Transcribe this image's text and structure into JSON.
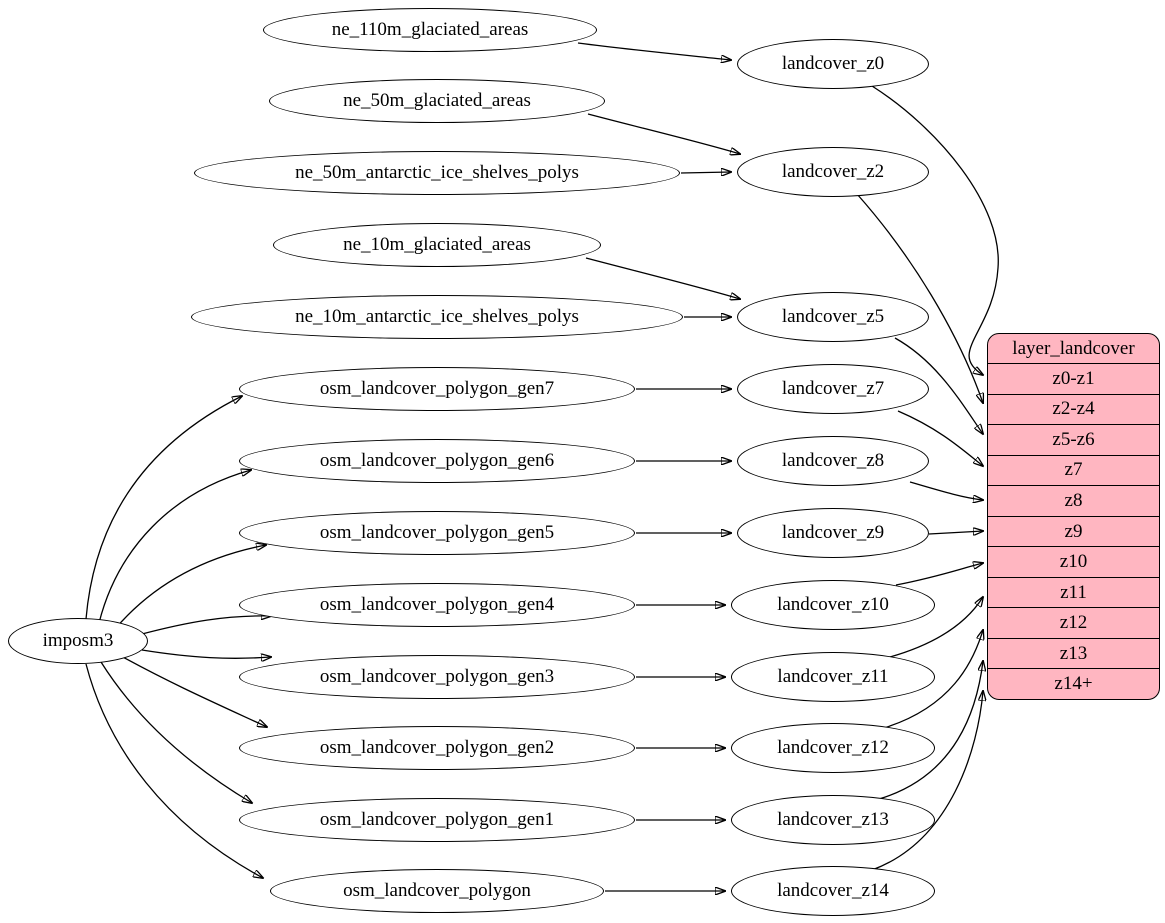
{
  "nodes": {
    "imposm3": "imposm3",
    "ne_110m_glaciated_areas": "ne_110m_glaciated_areas",
    "ne_50m_glaciated_areas": "ne_50m_glaciated_areas",
    "ne_50m_antarctic_ice_shelves_polys": "ne_50m_antarctic_ice_shelves_polys",
    "ne_10m_glaciated_areas": "ne_10m_glaciated_areas",
    "ne_10m_antarctic_ice_shelves_polys": "ne_10m_antarctic_ice_shelves_polys",
    "osm_landcover_polygon_gen7": "osm_landcover_polygon_gen7",
    "osm_landcover_polygon_gen6": "osm_landcover_polygon_gen6",
    "osm_landcover_polygon_gen5": "osm_landcover_polygon_gen5",
    "osm_landcover_polygon_gen4": "osm_landcover_polygon_gen4",
    "osm_landcover_polygon_gen3": "osm_landcover_polygon_gen3",
    "osm_landcover_polygon_gen2": "osm_landcover_polygon_gen2",
    "osm_landcover_polygon_gen1": "osm_landcover_polygon_gen1",
    "osm_landcover_polygon": "osm_landcover_polygon",
    "landcover_z0": "landcover_z0",
    "landcover_z2": "landcover_z2",
    "landcover_z5": "landcover_z5",
    "landcover_z7": "landcover_z7",
    "landcover_z8": "landcover_z8",
    "landcover_z9": "landcover_z9",
    "landcover_z10": "landcover_z10",
    "landcover_z11": "landcover_z11",
    "landcover_z12": "landcover_z12",
    "landcover_z13": "landcover_z13",
    "landcover_z14": "landcover_z14"
  },
  "table": {
    "title": "layer_landcover",
    "rows": [
      "z0-z1",
      "z2-z4",
      "z5-z6",
      "z7",
      "z8",
      "z9",
      "z10",
      "z11",
      "z12",
      "z13",
      "z14+"
    ]
  },
  "edges": [
    {
      "from": "imposm3",
      "to": "osm_landcover_polygon_gen7"
    },
    {
      "from": "imposm3",
      "to": "osm_landcover_polygon_gen6"
    },
    {
      "from": "imposm3",
      "to": "osm_landcover_polygon_gen5"
    },
    {
      "from": "imposm3",
      "to": "osm_landcover_polygon_gen4"
    },
    {
      "from": "imposm3",
      "to": "osm_landcover_polygon_gen3"
    },
    {
      "from": "imposm3",
      "to": "osm_landcover_polygon_gen2"
    },
    {
      "from": "imposm3",
      "to": "osm_landcover_polygon_gen1"
    },
    {
      "from": "imposm3",
      "to": "osm_landcover_polygon"
    },
    {
      "from": "ne_110m_glaciated_areas",
      "to": "landcover_z0"
    },
    {
      "from": "ne_50m_glaciated_areas",
      "to": "landcover_z2"
    },
    {
      "from": "ne_50m_antarctic_ice_shelves_polys",
      "to": "landcover_z2"
    },
    {
      "from": "ne_10m_glaciated_areas",
      "to": "landcover_z5"
    },
    {
      "from": "ne_10m_antarctic_ice_shelves_polys",
      "to": "landcover_z5"
    },
    {
      "from": "osm_landcover_polygon_gen7",
      "to": "landcover_z7"
    },
    {
      "from": "osm_landcover_polygon_gen6",
      "to": "landcover_z8"
    },
    {
      "from": "osm_landcover_polygon_gen5",
      "to": "landcover_z9"
    },
    {
      "from": "osm_landcover_polygon_gen4",
      "to": "landcover_z10"
    },
    {
      "from": "osm_landcover_polygon_gen3",
      "to": "landcover_z11"
    },
    {
      "from": "osm_landcover_polygon_gen2",
      "to": "landcover_z12"
    },
    {
      "from": "osm_landcover_polygon_gen1",
      "to": "landcover_z13"
    },
    {
      "from": "osm_landcover_polygon",
      "to": "landcover_z14"
    },
    {
      "from": "landcover_z0",
      "to": "layer_landcover:z0-z1"
    },
    {
      "from": "landcover_z2",
      "to": "layer_landcover:z2-z4"
    },
    {
      "from": "landcover_z5",
      "to": "layer_landcover:z5-z6"
    },
    {
      "from": "landcover_z7",
      "to": "layer_landcover:z7"
    },
    {
      "from": "landcover_z8",
      "to": "layer_landcover:z8"
    },
    {
      "from": "landcover_z9",
      "to": "layer_landcover:z9"
    },
    {
      "from": "landcover_z10",
      "to": "layer_landcover:z10"
    },
    {
      "from": "landcover_z11",
      "to": "layer_landcover:z11"
    },
    {
      "from": "landcover_z12",
      "to": "layer_landcover:z12"
    },
    {
      "from": "landcover_z13",
      "to": "layer_landcover:z13"
    },
    {
      "from": "landcover_z14",
      "to": "layer_landcover:z14+"
    }
  ],
  "colors": {
    "table_fill": "#ffb6c1",
    "node_fill": "#ffffff",
    "stroke": "#000000"
  }
}
